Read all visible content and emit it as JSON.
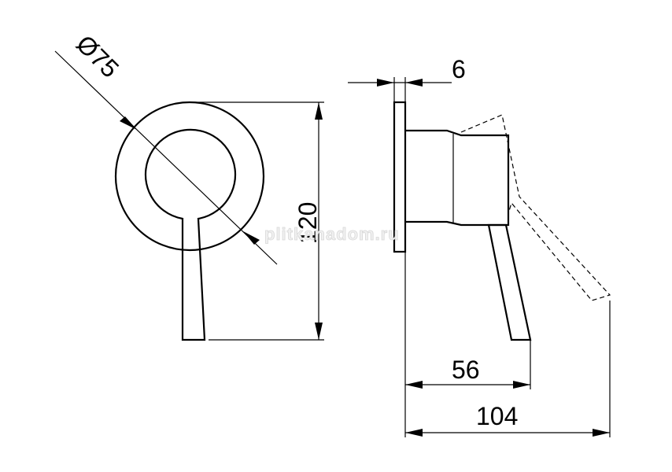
{
  "dimensions": {
    "diameter": "Ø75",
    "height": "120",
    "plate_thickness": "6",
    "lever_depth": "56",
    "total_depth": "104"
  },
  "watermark": "plitkanadom.ru"
}
